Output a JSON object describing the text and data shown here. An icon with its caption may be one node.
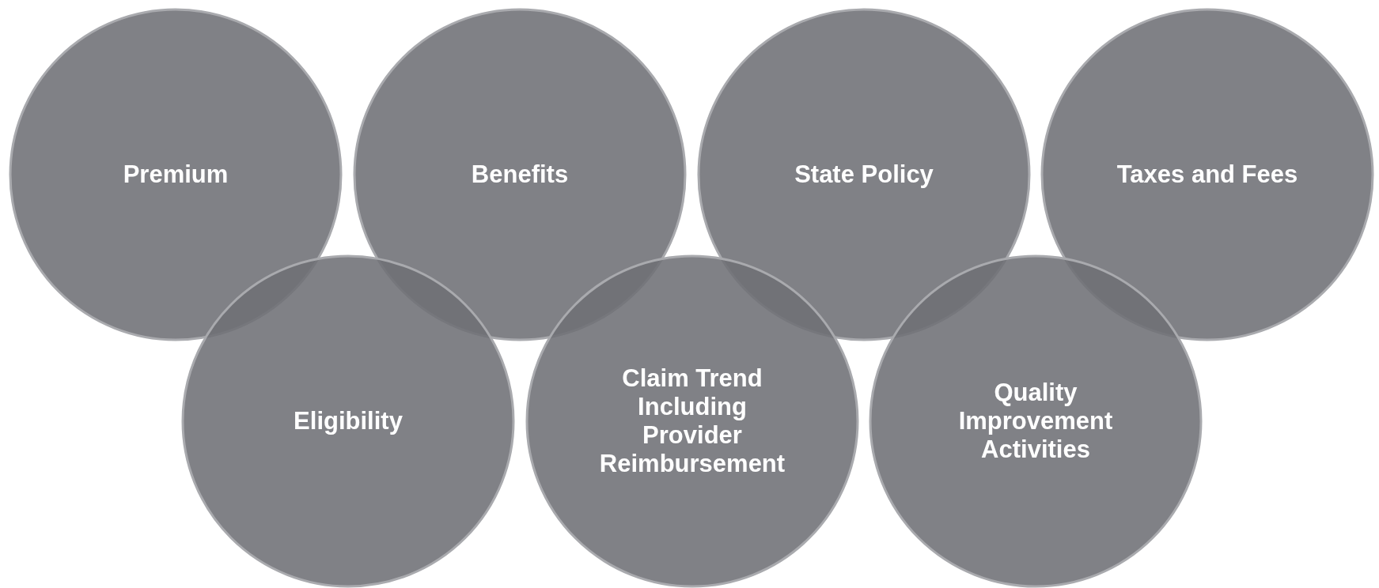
{
  "diagram": {
    "nodes": [
      {
        "text": [
          "Premium"
        ]
      },
      {
        "text": [
          "Benefits"
        ]
      },
      {
        "text": [
          "State Policy"
        ]
      },
      {
        "text": [
          "Taxes and Fees"
        ]
      },
      {
        "text": [
          "Eligibility"
        ]
      },
      {
        "text": [
          "Claim Trend Including Provider Reimbursement"
        ]
      },
      {
        "text": [
          "Quality Improvement Activities"
        ]
      }
    ]
  }
}
